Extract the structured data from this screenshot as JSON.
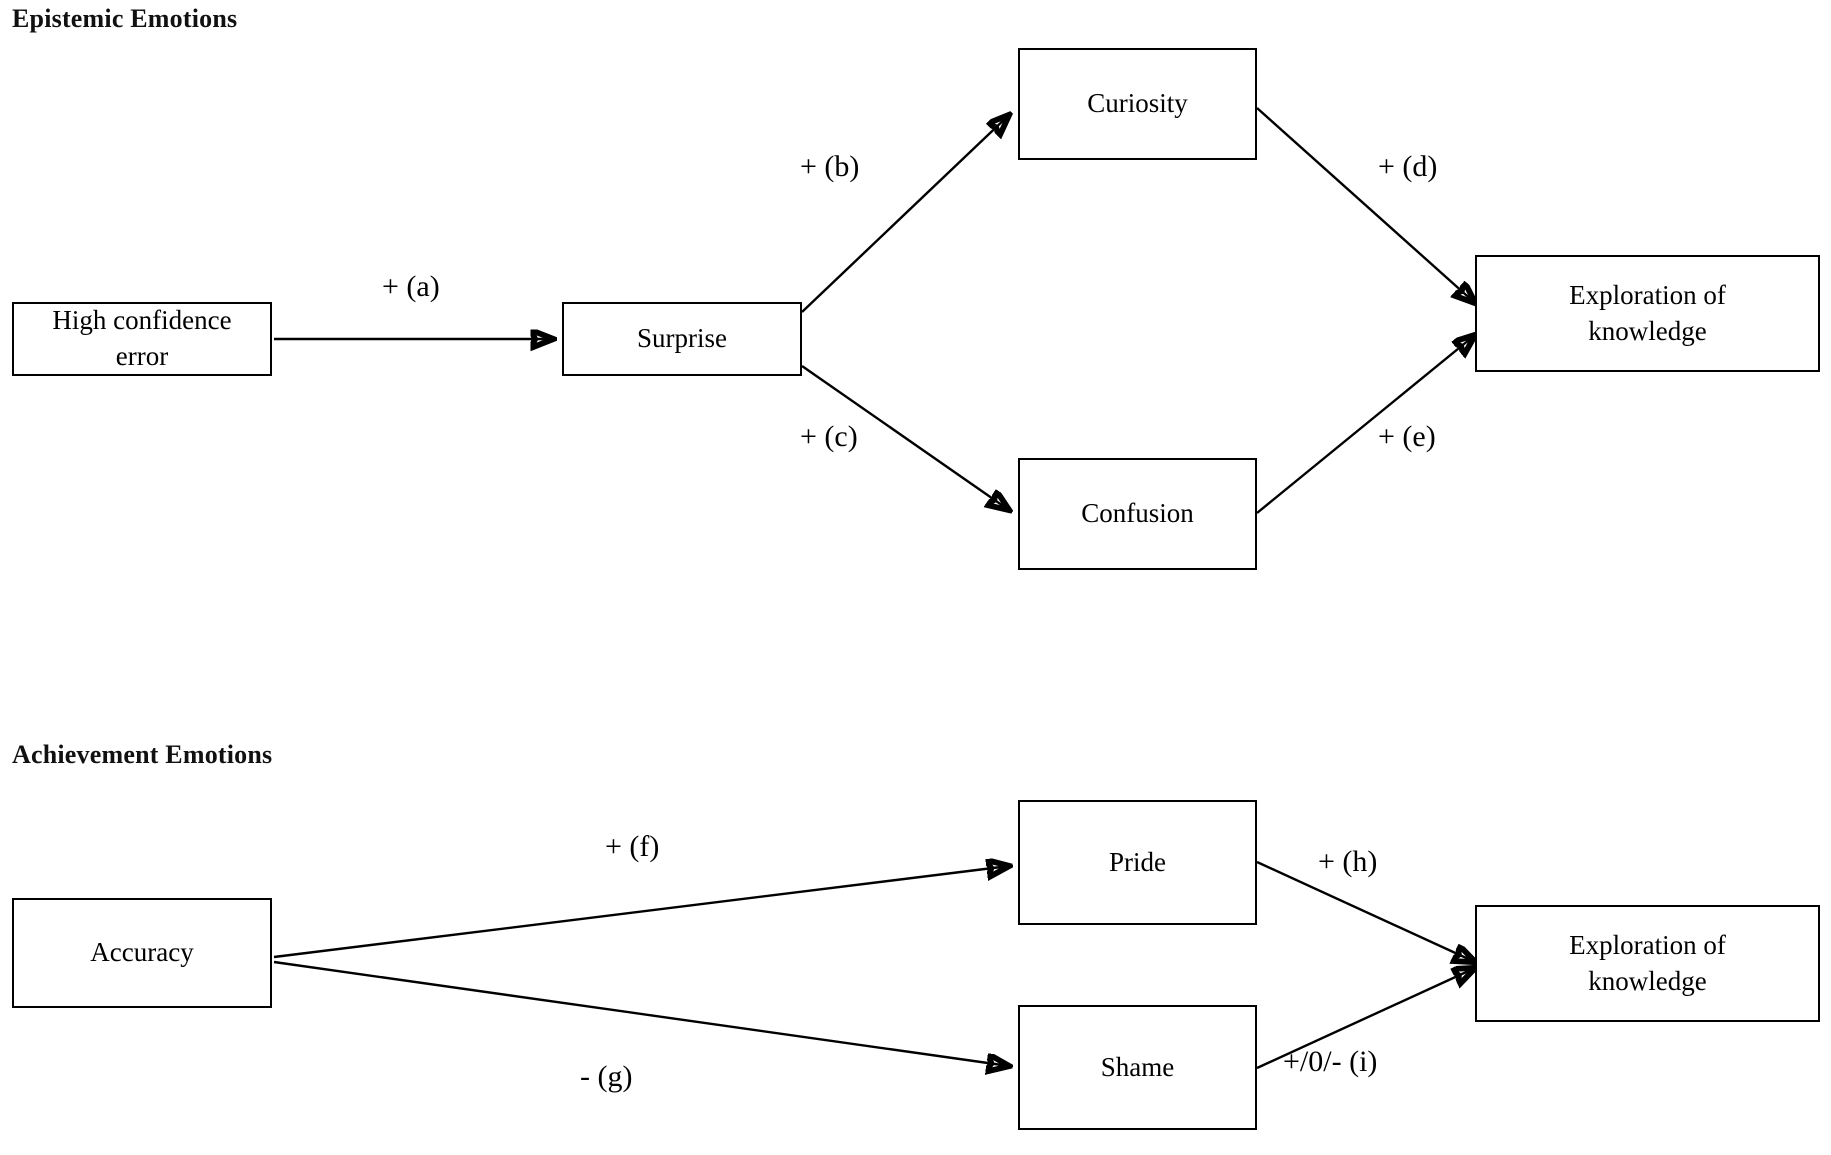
{
  "figure": {
    "background_color": "#ffffff",
    "line_color": "#000000"
  },
  "sections": {
    "epistemic": {
      "title": "Epistemic Emotions"
    },
    "achievement": {
      "title": "Achievement Emotions"
    }
  },
  "nodes": {
    "high_confidence_error": "High confidence\nerror",
    "surprise": "Surprise",
    "curiosity": "Curiosity",
    "confusion": "Confusion",
    "exploration_top": "Exploration of\nknowledge",
    "accuracy": "Accuracy",
    "pride": "Pride",
    "shame": "Shame",
    "exploration_bottom": "Exploration of\nknowledge"
  },
  "edge_labels": {
    "a": "+ (a)",
    "b": "+ (b)",
    "c": "+ (c)",
    "d": "+ (d)",
    "e": "+ (e)",
    "f": "+ (f)",
    "g": "- (g)",
    "h": "+ (h)",
    "i": "+/0/- (i)"
  },
  "chart_data": {
    "type": "diagram",
    "title": "Epistemic and Achievement Emotions pathways to exploration of knowledge",
    "groups": [
      {
        "name": "Epistemic Emotions",
        "nodes": [
          "High confidence error",
          "Surprise",
          "Curiosity",
          "Confusion",
          "Exploration of knowledge"
        ],
        "edges": [
          {
            "from": "High confidence error",
            "to": "Surprise",
            "label": "+ (a)",
            "sign": "+"
          },
          {
            "from": "Surprise",
            "to": "Curiosity",
            "label": "+ (b)",
            "sign": "+"
          },
          {
            "from": "Surprise",
            "to": "Confusion",
            "label": "+ (c)",
            "sign": "+"
          },
          {
            "from": "Curiosity",
            "to": "Exploration of knowledge",
            "label": "+ (d)",
            "sign": "+"
          },
          {
            "from": "Confusion",
            "to": "Exploration of knowledge",
            "label": "+ (e)",
            "sign": "+"
          }
        ]
      },
      {
        "name": "Achievement Emotions",
        "nodes": [
          "Accuracy",
          "Pride",
          "Shame",
          "Exploration of knowledge"
        ],
        "edges": [
          {
            "from": "Accuracy",
            "to": "Pride",
            "label": "+ (f)",
            "sign": "+"
          },
          {
            "from": "Accuracy",
            "to": "Shame",
            "label": "- (g)",
            "sign": "-"
          },
          {
            "from": "Pride",
            "to": "Exploration of knowledge",
            "label": "+ (h)",
            "sign": "+"
          },
          {
            "from": "Shame",
            "to": "Exploration of knowledge",
            "label": "+/0/- (i)",
            "sign": "+/0/-"
          }
        ]
      }
    ]
  }
}
